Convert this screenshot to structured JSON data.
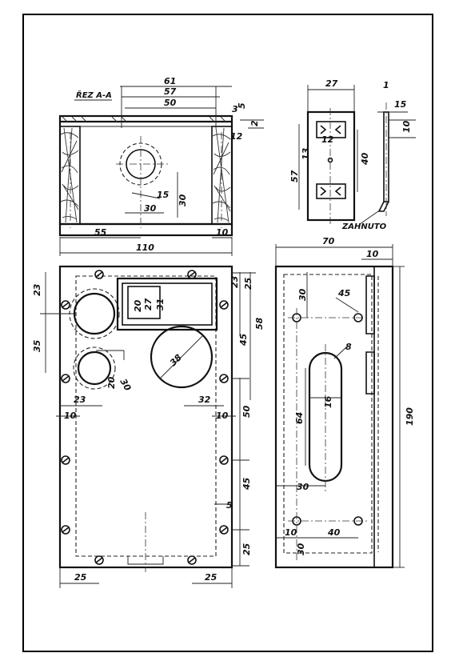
{
  "section_a": {
    "title": "ŘEZ A-A",
    "dims": [
      "61",
      "57",
      "50",
      "3",
      "5",
      "2",
      "12",
      "15",
      "30",
      "30",
      "55",
      "10",
      "110"
    ]
  },
  "bracket": {
    "dims": [
      "27",
      "12",
      "57",
      "13",
      "40",
      "1",
      "15",
      "10"
    ],
    "note": "ZAHNUTO"
  },
  "front_view": {
    "dims": [
      "23",
      "35",
      "20",
      "27",
      "31",
      "23",
      "25",
      "58",
      "45",
      "38",
      "20",
      "30",
      "23",
      "32",
      "10",
      "10",
      "50",
      "45",
      "5",
      "25",
      "25",
      "25"
    ]
  },
  "side_view": {
    "dims": [
      "70",
      "10",
      "30",
      "45",
      "8",
      "16",
      "64",
      "30",
      "190",
      "10",
      "40",
      "30"
    ]
  }
}
